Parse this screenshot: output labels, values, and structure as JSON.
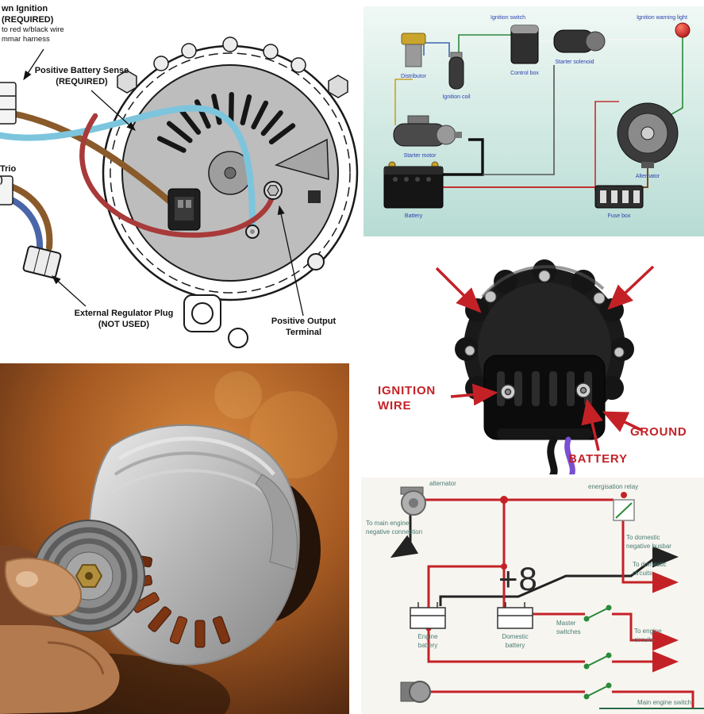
{
  "overlay": {
    "more_count": "+8"
  },
  "line_diagram": {
    "ignition_label": {
      "line1": "wn Ignition",
      "line2": "(REQUIRED)",
      "line3": "to red w/black wire",
      "line4": "mmar harness"
    },
    "battery_sense": {
      "line1": "Positive Battery Sense",
      "line2": "(REQUIRED)"
    },
    "trio": {
      "line1": "Trio",
      "line2": ")"
    },
    "regulator_plug": {
      "line1": "External Regulator Plug",
      "line2": "(NOT USED)"
    },
    "output_terminal": {
      "line1": "Positive Output",
      "line2": "Terminal"
    }
  },
  "engine_diagram": {
    "labels": {
      "ignition_switch": "Ignition switch",
      "control_box": "Control box",
      "starter_solenoid": "Starter solenoid",
      "warning_light": "Ignition warning light",
      "alternator": "Alternator",
      "distributor": "Distributor",
      "ignition_coil": "Ignition coil",
      "starter_motor": "Starter motor",
      "battery": "Battery",
      "fuse_box": "Fuse box"
    }
  },
  "terminals_photo": {
    "ignition_line1": "IGNITION",
    "ignition_line2": "WIRE",
    "ground": "GROUND",
    "battery": "BATTERY"
  },
  "split_charge_diagram": {
    "alternator": "alternator",
    "energisation_relay": "energisation relay",
    "main_neg": {
      "line1": "To main engine",
      "line2": "negative connection"
    },
    "dom_busbar": {
      "line1": "To domestic",
      "line2": "negative busbar"
    },
    "dom_circuits": {
      "line1": "To domestic",
      "line2": "circuits"
    },
    "engine_battery": {
      "line1": "Engine",
      "line2": "battery"
    },
    "domestic_battery": {
      "line1": "Domestic",
      "line2": "battery"
    },
    "master_switches": {
      "line1": "Master",
      "line2": "switches"
    },
    "engine_circuits": {
      "line1": "To engine",
      "line2": "circuits"
    },
    "main_engine_switch": "Main engine switch"
  },
  "colors": {
    "wire_brown": "#8a5a2a",
    "wire_cyan": "#7cc5dd",
    "wire_red": "#a83a3a",
    "wire_blue": "#4a66a8",
    "label_red": "#c42127",
    "diagram_teal": "#4a7c74",
    "diagram_green": "#2a8a3a"
  }
}
